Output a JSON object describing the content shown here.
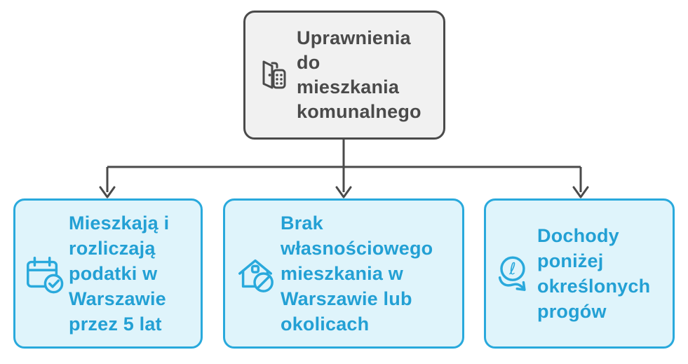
{
  "diagram": {
    "title": "Uprawnienia do mieszkania komunalnego",
    "root_node": {
      "label": "Uprawnienia do mieszkania komunalnego",
      "label_lines": [
        "Uprawnienia",
        "do",
        "mieszkania",
        "komunalnego"
      ],
      "icon": "door-intercom-icon",
      "fill_color": "#F1F1F1",
      "border_color": "#4A4A4A",
      "text_color": "#4A4A4A"
    },
    "child_nodes": [
      {
        "label": "Mieszkają i rozliczają podatki w Warszawie przez 5 lat",
        "label_lines": [
          "Mieszkają i",
          "rozliczają",
          "podatki w",
          "Warszawie",
          "przez 5 lat"
        ],
        "icon": "calendar-check-icon"
      },
      {
        "label": "Brak własnościowego mieszkania w Warszawie lub okolicach",
        "label_lines": [
          "Brak",
          "własnościowego",
          "mieszkania w",
          "Warszawie lub",
          "okolicach"
        ],
        "icon": "house-prohibited-icon"
      },
      {
        "label": "Dochody poniżej określonych progów",
        "label_lines": [
          "Dochody",
          "poniżej",
          "określonych",
          "progów"
        ],
        "icon": "coin-decrease-icon"
      }
    ],
    "connector": {
      "style": "elbow-arrows",
      "color": "#4A4A4A"
    },
    "colors": {
      "background": "#FFFFFF",
      "root_fill": "#F1F1F1",
      "root_border": "#4A4A4A",
      "child_fill": "#DFF4FB",
      "child_border": "#29A9DC",
      "child_text": "#23A0D4",
      "connector": "#4A4A4A"
    },
    "coin_glyph": "ℓ"
  }
}
